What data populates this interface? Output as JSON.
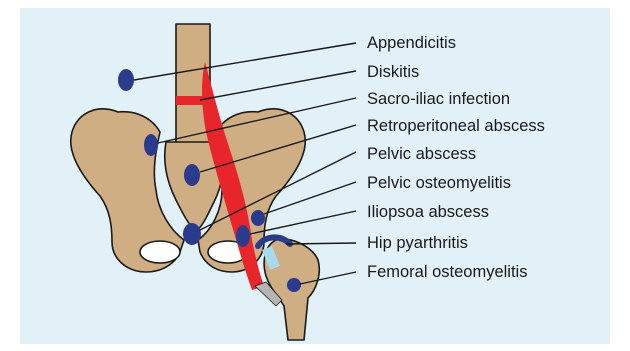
{
  "diagram": {
    "colors": {
      "panel_background": "#e2f1f8",
      "bone": "#cfae83",
      "psoas_muscle": "#e8252b",
      "infection_site": "#2a3a8c",
      "hip_joint_capsule": "#2a3a8c",
      "hip_cartilage": "#a9d9ec",
      "femoral_tendon": "#b5b5b5"
    },
    "labels": [
      "Appendicitis",
      "Diskitis",
      "Sacro-iliac infection",
      "Retroperitoneal abscess",
      "Pelvic abscess",
      "Pelvic osteomyelitis",
      "Iliopsoa abscess",
      "Hip pyarthritis",
      "Femoral osteomyelitis"
    ]
  }
}
